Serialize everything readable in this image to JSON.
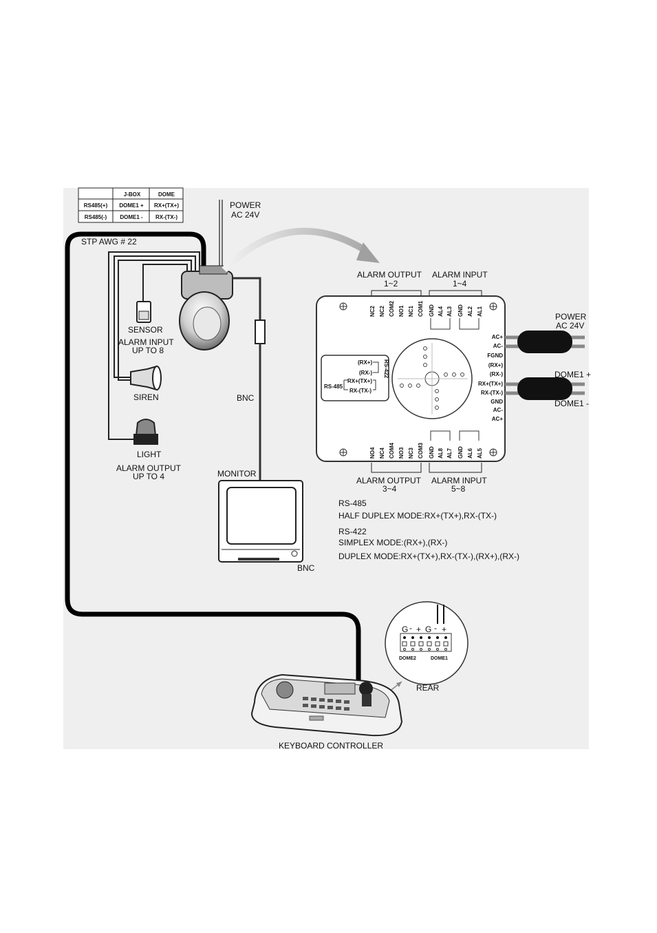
{
  "table": {
    "headers": [
      "",
      "J-BOX",
      "DOME"
    ],
    "rows": [
      [
        "RS485(+)",
        "DOME1 +",
        "RX+(TX+)"
      ],
      [
        "RS485(-)",
        "DOME1 -",
        "RX-(TX-)"
      ]
    ]
  },
  "labels": {
    "power_top": [
      "POWER",
      "AC 24V"
    ],
    "stp": "STP AWG # 22",
    "sensor": "SENSOR",
    "alarm_input_upto": [
      "ALARM INPUT",
      "UP TO 8"
    ],
    "siren": "SIREN",
    "light": "LIGHT",
    "alarm_output_upto": [
      "ALARM OUTPUT",
      "UP TO 4"
    ],
    "bnc_cable": "BNC",
    "monitor": "MONITOR",
    "bnc_monitor": "BNC",
    "keyboard": "KEYBOARD CONTROLLER",
    "rear": "REAR"
  },
  "board": {
    "top_output": [
      "ALARM OUTPUT",
      "1~2"
    ],
    "top_input": [
      "ALARM INPUT",
      "1~4"
    ],
    "bottom_output": [
      "ALARM OUTPUT",
      "3~4"
    ],
    "bottom_input": [
      "ALARM INPUT",
      "5~8"
    ],
    "top_terminals": [
      "NC2",
      "NC2",
      "COM2",
      "NO1",
      "NC1",
      "COM1",
      "GND",
      "AL4",
      "AL3",
      "GND",
      "AL2",
      "AL1"
    ],
    "bottom_terminals": [
      "NO4",
      "NC4",
      "COM4",
      "NO3",
      "NC3",
      "COM3",
      "GND",
      "AL8",
      "AL7",
      "GND",
      "AL6",
      "AL5"
    ],
    "right_terminals": [
      "AC+",
      "AC-",
      "FGND",
      "(RX+)",
      "(RX-)",
      "RX+(TX+)",
      "RX-(TX-)",
      "GND",
      "AC-",
      "AC+"
    ],
    "inset": [
      "(RX+)",
      "(RX-)",
      "RX+(TX+)",
      "RX-(TX-)"
    ],
    "rs422": "RS-422",
    "rs485": "RS-485",
    "power_right": [
      "POWER",
      "AC 24V"
    ],
    "dome_plus": "DOME1 +",
    "dome_minus": "DOME1 -"
  },
  "notes": [
    "RS-485",
    "HALF DUPLEX MODE:RX+(TX+),RX-(TX-)",
    "RS-422",
    "SIMPLEX MODE:(RX+),(RX-)",
    "DUPLEX MODE:RX+(TX+),RX-(TX-),(RX+),(RX-)"
  ],
  "rear": {
    "pins": [
      "G",
      "-",
      "+",
      "G",
      "-",
      "+"
    ],
    "dome2": "DOME2",
    "dome1": "DOME1"
  }
}
